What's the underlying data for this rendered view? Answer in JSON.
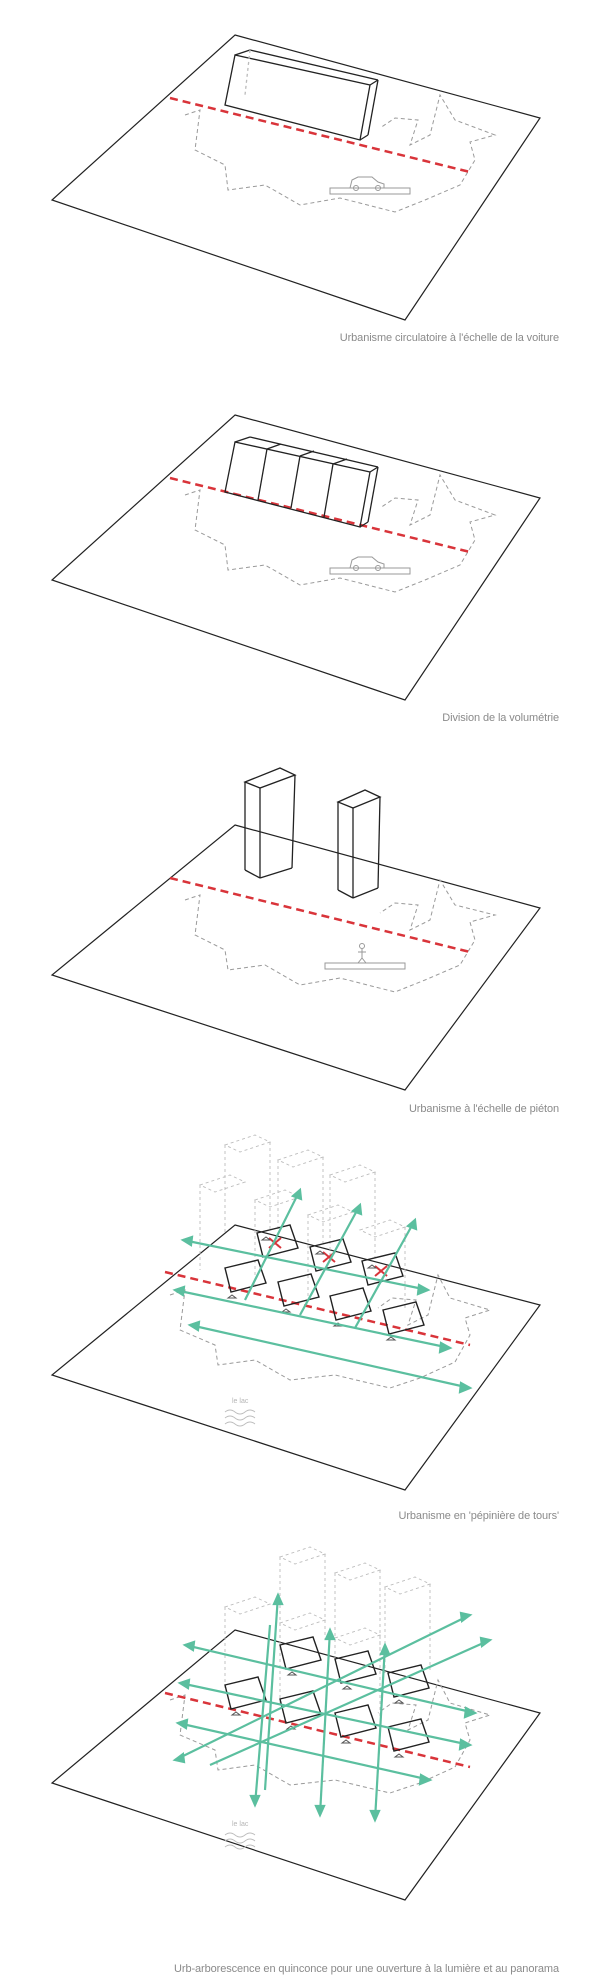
{
  "captions": {
    "panel1": "Urbanisme circulatoire à l'échelle de la voiture",
    "panel2": "Division de la volumétrie",
    "panel3": "Urbanisme à l'échelle de piéton",
    "panel4": "Urbanisme en 'pépinière de tours'",
    "panel5": "Urb-arborescence en quinconce pour une ouverture à la lumière et au panorama"
  },
  "lake_labels": {
    "panel4": "le lac",
    "panel5": "le lac"
  },
  "colors": {
    "outline": "#222222",
    "dashed_grey": "#9a9a9a",
    "red_line": "#d9343a",
    "arrow_green": "#5bbf9f",
    "cross_red": "#d9343a"
  },
  "icons": {
    "panel1": "car-icon",
    "panel2": "car-icon",
    "panel3": "pedestrian-icon",
    "panel4": "waves-icon",
    "panel5": "waves-icon"
  }
}
